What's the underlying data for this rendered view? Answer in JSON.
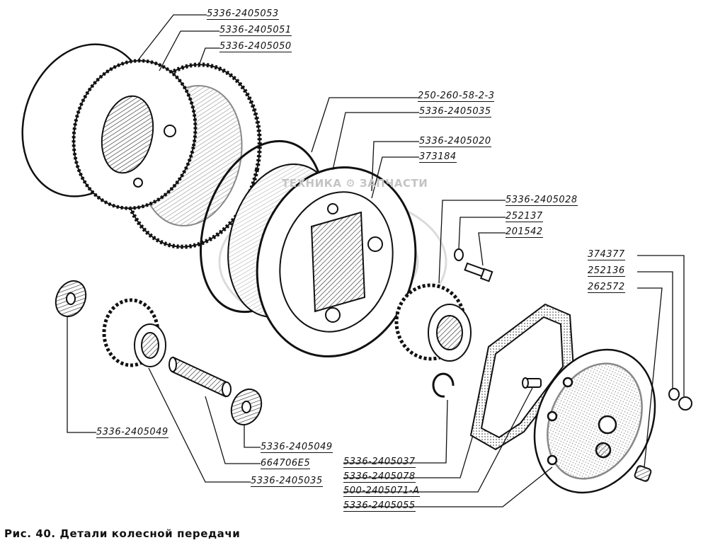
{
  "caption": "Рис. 40. Детали колесной передачи",
  "watermark": "ТЕХНИКА ⚙ ЗАПЧАСТИ",
  "part_labels": {
    "p1": "5336-2405053",
    "p2": "5336-2405051",
    "p3": "5336-2405050",
    "p4": "250-260-58-2-3",
    "p5": "5336-2405035",
    "p6": "5336-2405020",
    "p7": "373184",
    "p8": "5336-2405028",
    "p9": "252137",
    "p10": "201542",
    "p11": "374377",
    "p12": "252136",
    "p13": "262572",
    "p14": "5336-2405049",
    "p15": "5336-2405049",
    "p16": "664706Е5",
    "p17": "5336-2405035",
    "p18": "5336-2405037",
    "p19": "5336-2405078",
    "p20": "500-2405071-А",
    "p21": "5336-2405055"
  },
  "colors": {
    "ink": "#111111",
    "watermark": "#c8c8c8",
    "paper": "#ffffff"
  }
}
